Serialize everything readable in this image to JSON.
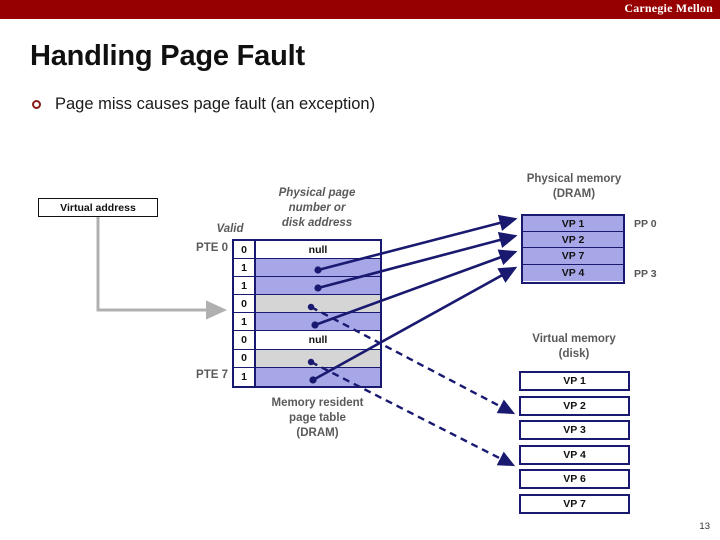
{
  "header": {
    "brand": "Carnegie Mellon",
    "bar_color": "#970000"
  },
  "slide": {
    "title": "Handling Page Fault",
    "bullet": "Page miss causes page fault (an exception)",
    "page_number": "13"
  },
  "diagram": {
    "virtual_address_label": "Virtual address",
    "valid_column_header": "Valid",
    "data_column_header_line1": "Physical page",
    "data_column_header_line2": "number or",
    "data_column_header_line3": "disk address",
    "pte_first_label": "PTE 0",
    "pte_last_label": "PTE 7",
    "page_table_caption_line1": "Memory resident",
    "page_table_caption_line2": "page table",
    "page_table_caption_line3": "(DRAM)",
    "page_table_rows": [
      {
        "valid": "0",
        "value": "null",
        "fill": "white"
      },
      {
        "valid": "1",
        "value": "",
        "fill": "blue"
      },
      {
        "valid": "1",
        "value": "",
        "fill": "blue"
      },
      {
        "valid": "0",
        "value": "",
        "fill": "gray"
      },
      {
        "valid": "1",
        "value": "",
        "fill": "blue"
      },
      {
        "valid": "0",
        "value": "null",
        "fill": "white"
      },
      {
        "valid": "0",
        "value": "",
        "fill": "gray"
      },
      {
        "valid": "1",
        "value": "",
        "fill": "blue"
      }
    ],
    "physical_memory_title_line1": "Physical memory",
    "physical_memory_title_line2": "(DRAM)",
    "physical_memory_rows": [
      "VP 1",
      "VP 2",
      "VP 7",
      "VP 4"
    ],
    "physical_page_first_label": "PP 0",
    "physical_page_last_label": "PP 3",
    "virtual_memory_title_line1": "Virtual memory",
    "virtual_memory_title_line2": "(disk)",
    "virtual_memory_rows": [
      "VP 1",
      "VP 2",
      "VP 3",
      "VP 4",
      "VP 6",
      "VP 7"
    ],
    "colors": {
      "resident_fill": "#a7a7e8",
      "nonresident_fill": "#d5d5d5",
      "border": "#191970",
      "pointer_arrow": "#191970",
      "input_arrow": "#b0b0b0"
    }
  }
}
